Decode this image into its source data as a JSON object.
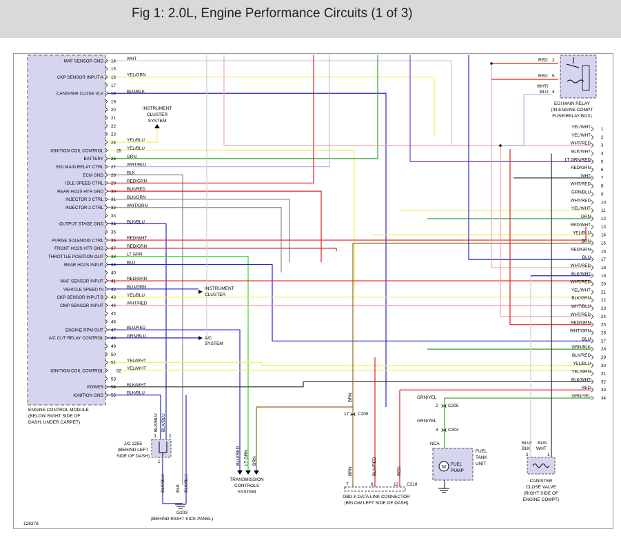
{
  "page_title": "Fig 1: 2.0L, Engine Performance Circuits (1 of 3)",
  "diagram_id": "126378",
  "colors": {
    "header_bg": "#d9d9d9",
    "module_fill": "#d6d5f0",
    "WHT": "#cfcfcf",
    "YEL": "#f4f062",
    "BLU": "#2525c8",
    "BLK": "#2a2a2a",
    "GRN": "#2ea02e",
    "RED": "#e02020",
    "BRN": "#8a6a1e",
    "LTGRN": "#2fd82f",
    "PNK": "#f0a8a8",
    "GRY": "#8a8a8a",
    "VIO": "#7b3fbf",
    "LAV": "#b7b7ea"
  },
  "ecm": {
    "name": "ENGINE CONTROL MODULE",
    "location": [
      "(BELOW RIGHT SIDE OF",
      "DASH, UNDER CARPET)"
    ],
    "pins": [
      {
        "pin": "14",
        "label": "MAF SENSOR GND",
        "wire": "WHT"
      },
      {
        "pin": "15",
        "label": "",
        "wire": ""
      },
      {
        "pin": "16",
        "label": "CKP SENSOR INPUT A",
        "wire": "YEL/GRN"
      },
      {
        "pin": "17",
        "label": "",
        "wire": ""
      },
      {
        "pin": "18",
        "label": "CANISTER CLOSE VLV",
        "wire": "BLU/BLK"
      },
      {
        "pin": "19",
        "label": "",
        "wire": ""
      },
      {
        "pin": "20",
        "label": "",
        "wire": ""
      },
      {
        "pin": "21",
        "label": "",
        "wire": ""
      },
      {
        "pin": "22",
        "label": "",
        "wire": ""
      },
      {
        "pin": "23",
        "label": "",
        "wire": ""
      },
      {
        "pin": "24",
        "label": "",
        "wire": "YEL/BLU"
      },
      {
        "pin": "25",
        "label": "IGNITION COIL CONTROL",
        "wire": "YEL/BLU"
      },
      {
        "pin": "26",
        "label": "BATTERY",
        "wire": "GRN"
      },
      {
        "pin": "27",
        "label": "EGI MAIN RELAY CTRL",
        "wire": "WHT/BLU"
      },
      {
        "pin": "28",
        "label": "ECM GND",
        "wire": "BLK"
      },
      {
        "pin": "29",
        "label": "IDLE SPEED CTRL",
        "wire": "RED/GRN"
      },
      {
        "pin": "30",
        "label": "REAR HO2S HTR GND",
        "wire": "BLK/RED"
      },
      {
        "pin": "31",
        "label": "INJECTOR 3 CTRL",
        "wire": "BLK/GRN"
      },
      {
        "pin": "32",
        "label": "INJECTOR 2 CTRL",
        "wire": "WHT/GRN"
      },
      {
        "pin": "33",
        "label": "",
        "wire": ""
      },
      {
        "pin": "34",
        "label": "OUTPUT STAGE GND",
        "wire": "BLK/BLU"
      },
      {
        "pin": "35",
        "label": "",
        "wire": ""
      },
      {
        "pin": "36",
        "label": "PURGE SOLENOID CTRL",
        "wire": "RED/WHT"
      },
      {
        "pin": "37",
        "label": "FRONT HO2S HTR GND",
        "wire": "RED/GRN"
      },
      {
        "pin": "38",
        "label": "THROTTLE POSITION OUT",
        "wire": "LT GRN"
      },
      {
        "pin": "39",
        "label": "REAR HO2S INPUT",
        "wire": "BLU"
      },
      {
        "pin": "40",
        "label": "",
        "wire": ""
      },
      {
        "pin": "41",
        "label": "MAF SENSOR INPUT",
        "wire": "RED/GRN"
      },
      {
        "pin": "42",
        "label": "VEHICLE SPEED IN",
        "wire": "BLU/GRN"
      },
      {
        "pin": "43",
        "label": "CKP SENSOR INPUT B",
        "wire": "YEL/BLU"
      },
      {
        "pin": "44",
        "label": "CMP SENSOR INPUT",
        "wire": "WHT/RED"
      },
      {
        "pin": "45",
        "label": "",
        "wire": ""
      },
      {
        "pin": "46",
        "label": "",
        "wire": ""
      },
      {
        "pin": "47",
        "label": "ENGINE RPM OUT",
        "wire": "BLU/RED"
      },
      {
        "pin": "48",
        "label": "A/C CUT RELAY CONTROL",
        "wire": "GRN/BLU"
      },
      {
        "pin": "49",
        "label": "",
        "wire": ""
      },
      {
        "pin": "50",
        "label": "",
        "wire": ""
      },
      {
        "pin": "51",
        "label": "",
        "wire": "YEL/WHT"
      },
      {
        "pin": "52",
        "label": "IGNITION COIL CONTROL",
        "wire": "YEL/WHT"
      },
      {
        "pin": "53",
        "label": "",
        "wire": ""
      },
      {
        "pin": "54",
        "label": "POWER",
        "wire": "BLK/WHT"
      },
      {
        "pin": "55",
        "label": "IGNITION GND",
        "wire": "BLK/BLU"
      }
    ]
  },
  "instrument_cluster_system": [
    "INSTRUMENT",
    "CLUSTER",
    "SYSTEM"
  ],
  "instrument_cluster": [
    "INSTRUMENT",
    "CLUSTER"
  ],
  "ac_system": [
    "A/C",
    "SYSTEM"
  ],
  "egi_relay": {
    "name": [
      "EGI MAIN RELAY",
      "(IN ENGINE COMPT",
      "FUSE/RELAY BOX)"
    ],
    "pins": [
      {
        "wire": "RED",
        "pin": "2"
      },
      {
        "wire": "RED",
        "pin": "5"
      },
      {
        "wire": "WHT/ BLU",
        "pin": "4"
      }
    ]
  },
  "right_connector": [
    {
      "num": "1",
      "wire": "YEL/WHT"
    },
    {
      "num": "2",
      "wire": "YEL/WHT"
    },
    {
      "num": "3",
      "wire": "WHT/RED"
    },
    {
      "num": "4",
      "wire": "BLK/WHT"
    },
    {
      "num": "5",
      "wire": "LT GRN/RED"
    },
    {
      "num": "6",
      "wire": "RED/GRN"
    },
    {
      "num": "7",
      "wire": "WHT"
    },
    {
      "num": "8",
      "wire": "WHT/RED"
    },
    {
      "num": "9",
      "wire": "GRN/BLU"
    },
    {
      "num": "10",
      "wire": "WHT/RED"
    },
    {
      "num": "11",
      "wire": "YEL/WHT"
    },
    {
      "num": "12",
      "wire": "GRN"
    },
    {
      "num": "13",
      "wire": "RED/WHT"
    },
    {
      "num": "14",
      "wire": "YEL/BLU"
    },
    {
      "num": "15",
      "wire": "BRN"
    },
    {
      "num": "16",
      "wire": "RED/GRN"
    },
    {
      "num": "17",
      "wire": "BLU"
    },
    {
      "num": "18",
      "wire": "WHT/RED"
    },
    {
      "num": "19",
      "wire": "BLK/WHT"
    },
    {
      "num": "20",
      "wire": "WHT/RED"
    },
    {
      "num": "21",
      "wire": "YEL/WHT"
    },
    {
      "num": "22",
      "wire": "BLK/GRN"
    },
    {
      "num": "23",
      "wire": "WHT/BLU"
    },
    {
      "num": "24",
      "wire": "WHT/RED"
    },
    {
      "num": "25",
      "wire": "RED/GRN"
    },
    {
      "num": "26",
      "wire": "WHT/GRN"
    },
    {
      "num": "27",
      "wire": "BLU"
    },
    {
      "num": "28",
      "wire": "GRN/BLK"
    },
    {
      "num": "29",
      "wire": "BLK/RED"
    },
    {
      "num": "30",
      "wire": "YEL/BLU"
    },
    {
      "num": "31",
      "wire": "YEL/GRN"
    },
    {
      "num": "32",
      "wire": "BLK/WHT"
    },
    {
      "num": "33",
      "wire": "RED"
    },
    {
      "num": "34",
      "wire": "GRN/YEL"
    }
  ],
  "jc2255": {
    "name": [
      "J/C 2255",
      "(BEHIND LEFT",
      "SIDE OF DASH)"
    ],
    "wires_top": [
      "BLK/BLU",
      "BLK/BLU"
    ],
    "pins_top": [
      "3",
      "2"
    ],
    "pin_bottom": "1"
  },
  "g203": {
    "name": "G203",
    "location": "(BEHIND RIGHT KICK PANEL)",
    "wires": [
      "BLK/BLU",
      "BLK",
      "BLK/BLU"
    ]
  },
  "transmission": {
    "name": [
      "TRANSMISSION",
      "CONTROLS",
      "SYSTEM"
    ],
    "wires": [
      "BLU/RED",
      "LT GRN",
      "BRN"
    ]
  },
  "c205_left": {
    "name": "C205",
    "pin": "17",
    "wire_top": "BRN",
    "wire_bottom": "BRN"
  },
  "obd": {
    "name": [
      "OBD-II DATA LINK CONNECTOR",
      "(BELOW LEFT SIDE OF DASH)"
    ],
    "pins": [
      "7",
      "8",
      "12"
    ],
    "wires": [
      "BRN",
      "BLK/RED",
      "RED"
    ],
    "connector": "C218"
  },
  "fuel_pump": {
    "c205_pin": "2",
    "c205": "C205",
    "wire_top": "GRN/YEL",
    "c304_pin": "4",
    "c304": "C304",
    "wire_mid": "GRN/YEL",
    "nca": "NCA",
    "pump": [
      "FUEL",
      "PUMP"
    ],
    "unit": [
      "FUEL",
      "TANK",
      "UNIT"
    ],
    "motor": "M"
  },
  "canister": {
    "wires": [
      "BLU/ BLK",
      "BLK/ WHT"
    ],
    "pins": [
      "2",
      "1"
    ],
    "name": [
      "CANISTER",
      "CLOSE VALVE",
      "(RIGHT SIDE OF",
      "ENGINE COMPT)"
    ]
  }
}
